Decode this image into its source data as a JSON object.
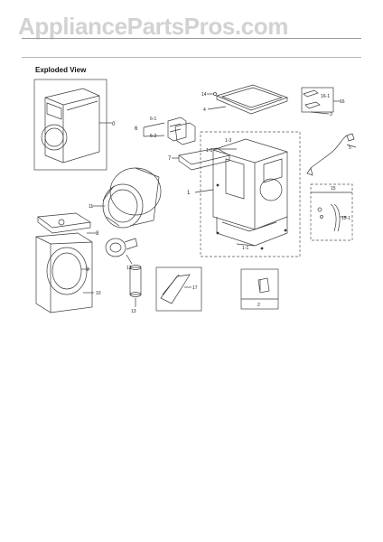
{
  "watermark": "AppliancePartsPros.com",
  "section_title": "Exploded View",
  "callouts": {
    "c0": "0",
    "c1": "1",
    "c1_1": "1-1",
    "c1_2": "1-2",
    "c1_3": "1-3",
    "c2": "2",
    "c3": "3",
    "c4": "4",
    "c5": "5",
    "c6": "6",
    "c6_1": "6-1",
    "c6_2": "6-2",
    "c7": "7",
    "c8": "8",
    "c9": "9",
    "c10": "10",
    "c11": "11",
    "c12": "12",
    "c13": "13",
    "c14": "14",
    "c15": "15",
    "c15_1": "15-1",
    "c16": "16",
    "c16_1": "16-1",
    "c17": "17"
  },
  "colors": {
    "line": "#3a3a3a",
    "dash": "#555555",
    "watermark": "#d2d2d2"
  }
}
